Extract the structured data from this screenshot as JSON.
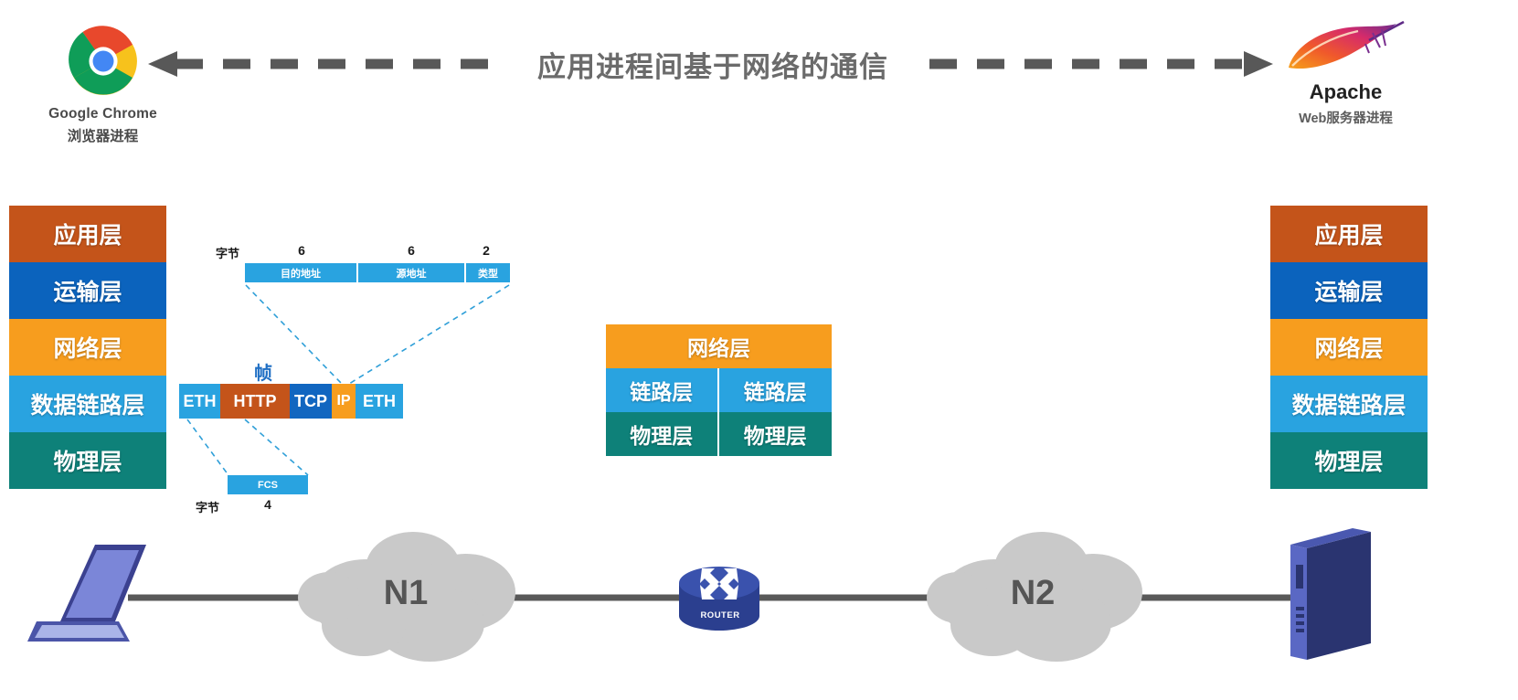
{
  "banner": {
    "title": "应用进程间基于网络的通信",
    "left_endpoint": {
      "icon": "chrome-logo",
      "name": "Google Chrome",
      "role": "浏览器进程"
    },
    "right_endpoint": {
      "icon": "apache-feather-logo",
      "name": "Apache",
      "role": "Web服务器进程"
    },
    "arrow_left": "arrow-left-dashed",
    "arrow_right": "arrow-right-dashed"
  },
  "host_stack_left": {
    "layers": [
      {
        "label": "应用层",
        "color": "#c4541a"
      },
      {
        "label": "运输层",
        "color": "#0b63bd"
      },
      {
        "label": "网络层",
        "color": "#f79d1e"
      },
      {
        "label": "数据链路层",
        "color": "#29a3e0"
      },
      {
        "label": "物理层",
        "color": "#0e8179"
      }
    ]
  },
  "host_stack_right": {
    "layers": [
      {
        "label": "应用层",
        "color": "#c4541a"
      },
      {
        "label": "运输层",
        "color": "#0b63bd"
      },
      {
        "label": "网络层",
        "color": "#f79d1e"
      },
      {
        "label": "数据链路层",
        "color": "#29a3e0"
      },
      {
        "label": "物理层",
        "color": "#0e8179"
      }
    ]
  },
  "router_stack": {
    "network_layer": {
      "label": "网络层",
      "color": "#f79d1e"
    },
    "link_layers": {
      "left": "链路层",
      "right": "链路层",
      "color": "#29a3e0"
    },
    "physical_layers": {
      "left": "物理层",
      "right": "物理层",
      "color": "#0e8179"
    }
  },
  "ethernet_header": {
    "bytes_label": "字节",
    "fields": [
      {
        "name": "目的地址",
        "bytes": "6"
      },
      {
        "name": "源地址",
        "bytes": "6"
      },
      {
        "name": "类型",
        "bytes": "2"
      }
    ]
  },
  "frame": {
    "label": "帧",
    "segments": [
      {
        "label": "ETH",
        "color": "#29a3e0"
      },
      {
        "label": "HTTP",
        "color": "#c4541a"
      },
      {
        "label": "TCP",
        "color": "#1166c0"
      },
      {
        "label": "IP",
        "color": "#f79d1e"
      },
      {
        "label": "ETH",
        "color": "#29a3e0"
      }
    ]
  },
  "frame_trailer": {
    "label": "FCS",
    "bytes_label": "字节",
    "bytes": "4"
  },
  "topology": {
    "client_device": "laptop-icon",
    "cloud_left": "N1",
    "router": {
      "icon": "router-icon",
      "label": "ROUTER"
    },
    "cloud_right": "N2",
    "server_device": "server-icon"
  },
  "colors": {
    "application": "#c4541a",
    "transport": "#0b63bd",
    "network": "#f79d1e",
    "datalink": "#29a3e0",
    "physical": "#0e8179",
    "arrow": "#585858",
    "cloud": "#c9c9c9",
    "link_line": "#595959"
  }
}
